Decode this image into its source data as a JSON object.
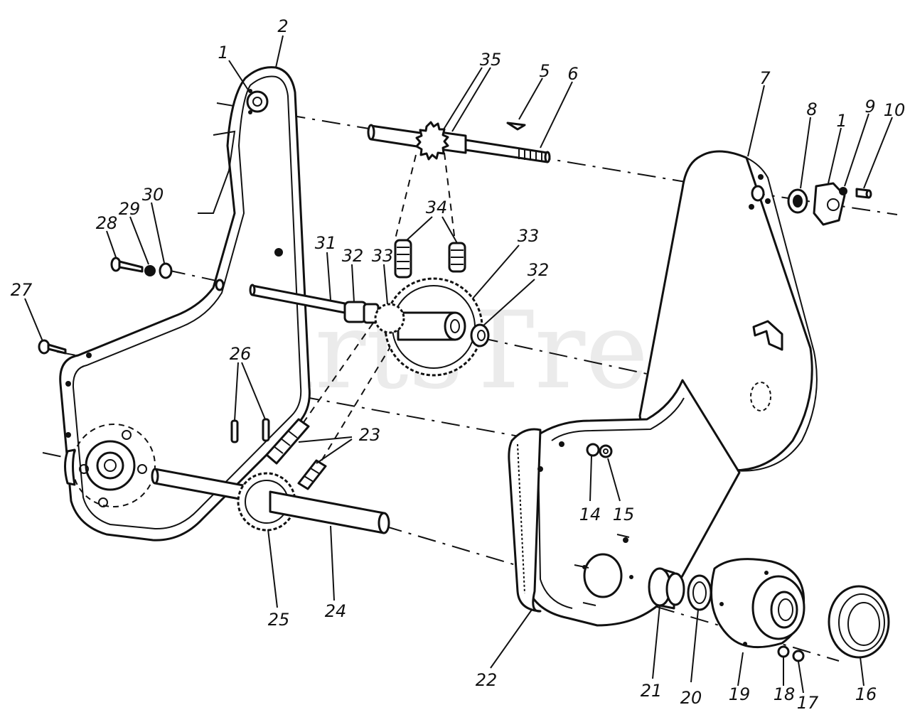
{
  "watermark": "PartsTree",
  "callouts": [
    {
      "id": "c1a",
      "text": "1"
    },
    {
      "id": "c2",
      "text": "2"
    },
    {
      "id": "c35",
      "text": "35"
    },
    {
      "id": "c5",
      "text": "5"
    },
    {
      "id": "c6",
      "text": "6"
    },
    {
      "id": "c7",
      "text": "7"
    },
    {
      "id": "c8",
      "text": "8"
    },
    {
      "id": "c1b",
      "text": "1"
    },
    {
      "id": "c9",
      "text": "9"
    },
    {
      "id": "c10",
      "text": "10"
    },
    {
      "id": "c34",
      "text": "34"
    },
    {
      "id": "c28",
      "text": "28"
    },
    {
      "id": "c29",
      "text": "29"
    },
    {
      "id": "c30",
      "text": "30"
    },
    {
      "id": "c31",
      "text": "31"
    },
    {
      "id": "c32a",
      "text": "32"
    },
    {
      "id": "c33a",
      "text": "33"
    },
    {
      "id": "c33b",
      "text": "33"
    },
    {
      "id": "c32b",
      "text": "32"
    },
    {
      "id": "c27",
      "text": "27"
    },
    {
      "id": "c26",
      "text": "26"
    },
    {
      "id": "c23",
      "text": "23"
    },
    {
      "id": "c14",
      "text": "14"
    },
    {
      "id": "c15",
      "text": "15"
    },
    {
      "id": "c25",
      "text": "25"
    },
    {
      "id": "c24",
      "text": "24"
    },
    {
      "id": "c22",
      "text": "22"
    },
    {
      "id": "c21",
      "text": "21"
    },
    {
      "id": "c20",
      "text": "20"
    },
    {
      "id": "c19",
      "text": "19"
    },
    {
      "id": "c18",
      "text": "18"
    },
    {
      "id": "c17",
      "text": "17"
    },
    {
      "id": "c16",
      "text": "16"
    }
  ]
}
